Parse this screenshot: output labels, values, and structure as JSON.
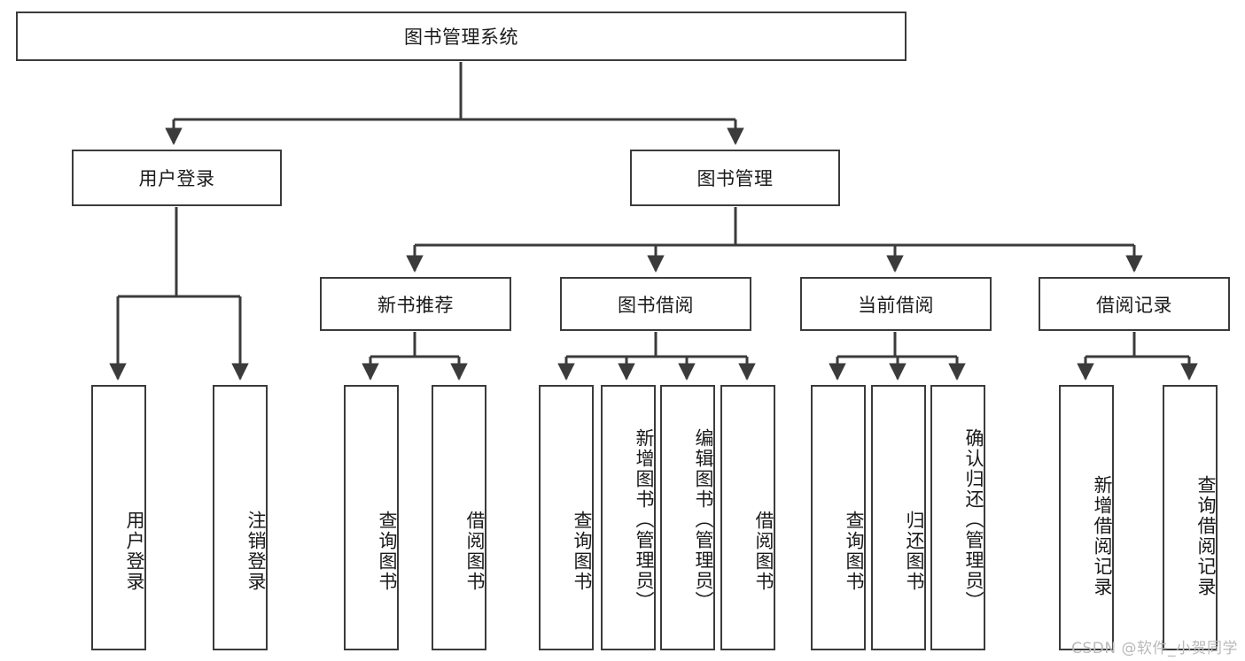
{
  "diagram": {
    "title": "图书管理系统",
    "type": "tree-hierarchy-chart",
    "stroke_color": "#3b3b3b",
    "background_color": "#ffffff",
    "nodes": {
      "root": {
        "label": "图书管理系统"
      },
      "level2": [
        {
          "label": "用户登录"
        },
        {
          "label": "图书管理"
        }
      ],
      "level3": [
        {
          "label": "新书推荐"
        },
        {
          "label": "图书借阅"
        },
        {
          "label": "当前借阅"
        },
        {
          "label": "借阅记录"
        }
      ],
      "leaves_user_login": [
        {
          "label": "用户登录"
        },
        {
          "label": "注销登录"
        }
      ],
      "leaves_new_book": [
        {
          "label": "查询图书"
        },
        {
          "label": "借阅图书"
        }
      ],
      "leaves_borrow": [
        {
          "label": "查询图书"
        },
        {
          "label": "新增图书（管理员）"
        },
        {
          "label": "编辑图书（管理员）"
        },
        {
          "label": "借阅图书"
        }
      ],
      "leaves_current": [
        {
          "label": "查询图书"
        },
        {
          "label": "归还图书"
        },
        {
          "label": "确认归还（管理员）"
        }
      ],
      "leaves_record": [
        {
          "label": "新增借阅记录"
        },
        {
          "label": "查询借阅记录"
        }
      ]
    }
  },
  "watermark": {
    "text": "CSDN @软件_小贺同学"
  }
}
